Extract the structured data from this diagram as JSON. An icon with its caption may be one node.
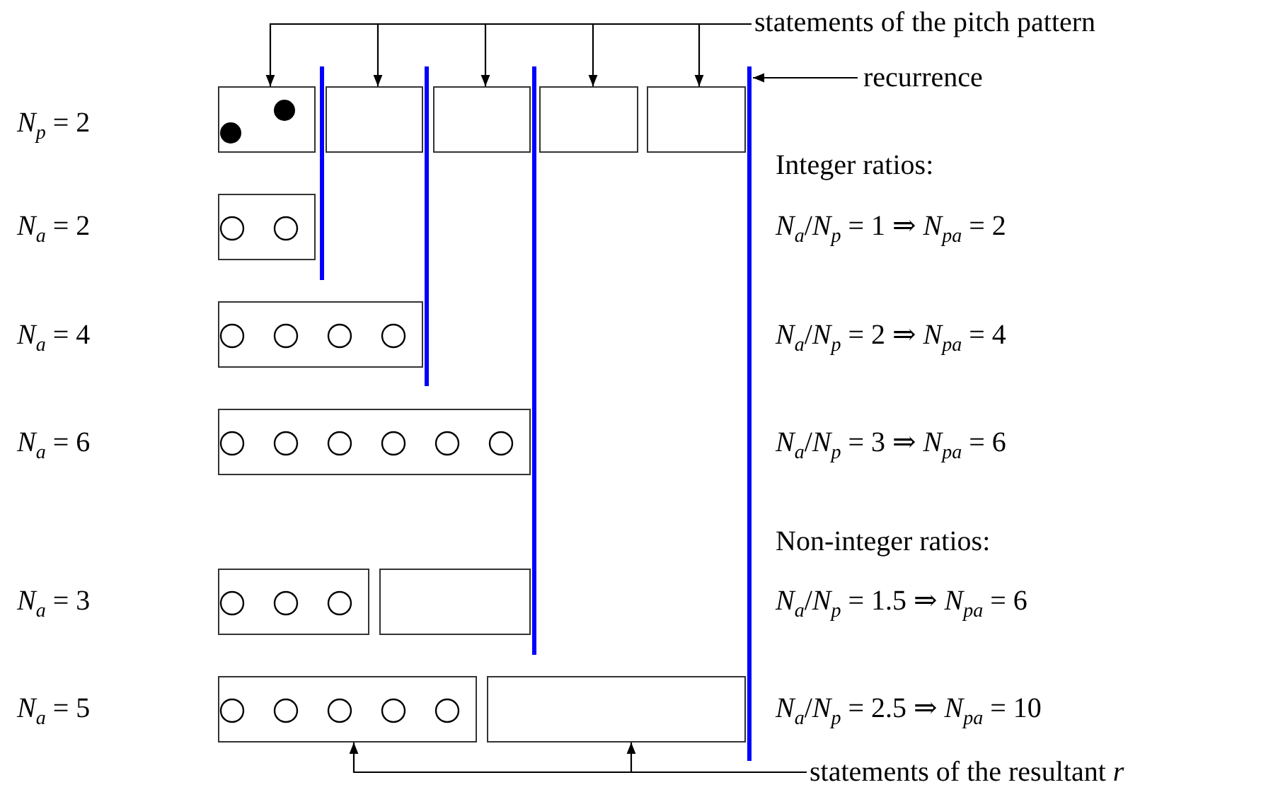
{
  "diagram": {
    "nodes": [
      {
        "text": [
          "statements of the pitch pattern"
        ]
      },
      {
        "text": [
          "recurrence"
        ]
      },
      {
        "text": [],
        "shape": "bar"
      },
      {
        "text": [],
        "shape": "bar"
      },
      {
        "text": [],
        "shape": "bar"
      },
      {
        "text": [],
        "shape": "bar"
      },
      {
        "text": [],
        "shape": "box"
      },
      {
        "text": [],
        "shape": "box"
      },
      {
        "text": [],
        "shape": "box"
      },
      {
        "text": [],
        "shape": "box"
      },
      {
        "text": [],
        "shape": "box"
      },
      {
        "text": [],
        "shape": "box"
      },
      {
        "text": [],
        "shape": "box"
      },
      {
        "text": [],
        "shape": "box"
      },
      {
        "text": [],
        "shape": "box"
      },
      {
        "text": [],
        "shape": "box"
      },
      {
        "text": [],
        "shape": "box"
      },
      {
        "text": [],
        "shape": "box"
      },
      {
        "text": [
          "statements of the resultant *r*"
        ]
      }
    ],
    "edges": [
      {
        "from": 0,
        "to": 6,
        "arrow": "to"
      },
      {
        "from": 0,
        "to": 7,
        "arrow": "to"
      },
      {
        "from": 0,
        "to": 8,
        "arrow": "to"
      },
      {
        "from": 0,
        "to": 9,
        "arrow": "to"
      },
      {
        "from": 0,
        "to": 10,
        "arrow": "to"
      },
      {
        "from": 1,
        "to": 5,
        "arrow": "to"
      },
      {
        "from": 18,
        "to": 16,
        "arrow": "to"
      },
      {
        "from": 18,
        "to": 17,
        "arrow": "to"
      }
    ],
    "labels": [
      "*N*$_{p}$ = 2",
      "Integer ratios:",
      "*N*$_{a}$ = 2",
      "*N*$_{a}$/*N*$_{p}$ = 1 ⇒ *N*$_{pa}$ = 2",
      "*N*$_{a}$ = 4",
      "*N*$_{a}$/*N*$_{p}$ = 2 ⇒ *N*$_{pa}$ = 4",
      "*N*$_{a}$ = 6",
      "*N*$_{a}$/*N*$_{p}$ = 3 ⇒ *N*$_{pa}$ = 6",
      "Non-integer ratios:",
      "*N*$_{a}$ = 3",
      "*N*$_{a}$/*N*$_{p}$ = 1.5 ⇒ *N*$_{pa}$ = 6",
      "*N*$_{a}$ = 5",
      "*N*$_{a}$/*N*$_{p}$ = 2.5 ⇒ *N*$_{pa}$ = 10"
    ]
  }
}
